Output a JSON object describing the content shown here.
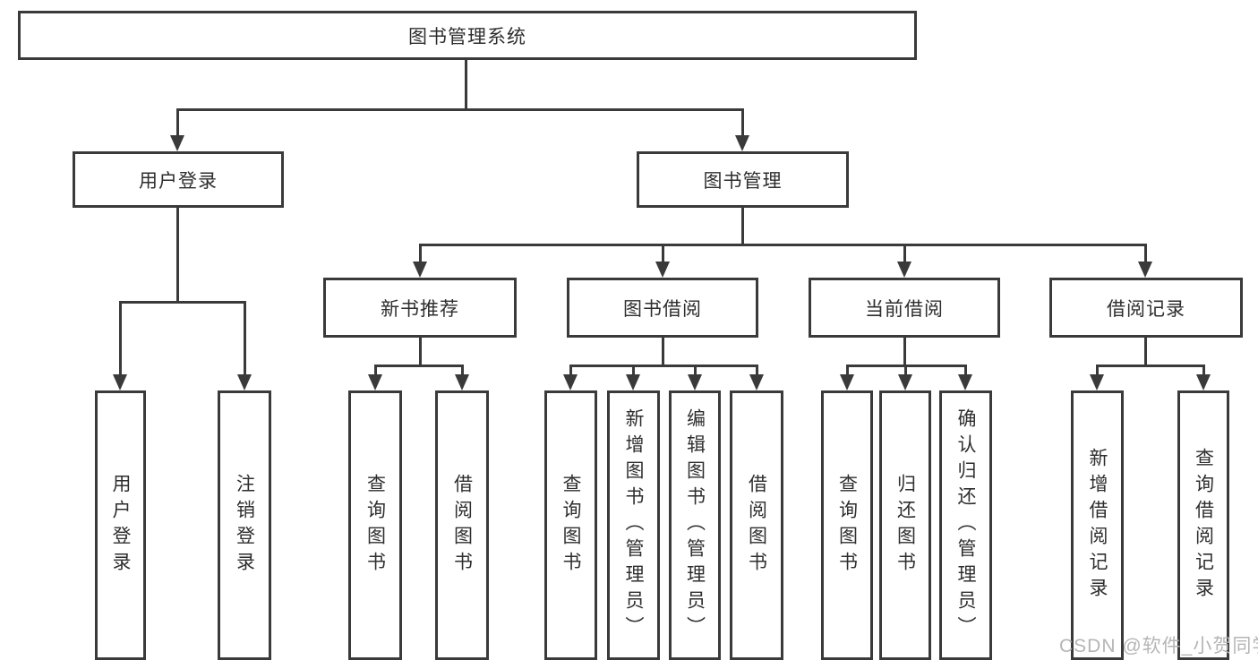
{
  "diagram": {
    "type": "hierarchy-tree",
    "title": "图书管理系统",
    "watermark": "CSDN @软件_小贺同学",
    "colors": {
      "line": "#3a3a3a",
      "text": "#2e2e2e",
      "watermark": "#b5b5b5",
      "background": "#ffffff"
    }
  },
  "nodes": {
    "root": {
      "label": "图书管理系统"
    },
    "login": {
      "label": "用户登录"
    },
    "mgmt": {
      "label": "图书管理"
    },
    "rec": {
      "label": "新书推荐"
    },
    "borrow": {
      "label": "图书借阅"
    },
    "current": {
      "label": "当前借阅"
    },
    "records": {
      "label": "借阅记录"
    },
    "login_user": {
      "label": "用户登录"
    },
    "login_logout": {
      "label": "注销登录"
    },
    "rec_query": {
      "label": "查询图书"
    },
    "rec_borrow": {
      "label": "借阅图书"
    },
    "borrow_query": {
      "label": "查询图书"
    },
    "borrow_add": {
      "label": "新增图书（管理员）"
    },
    "borrow_edit": {
      "label": "编辑图书（管理员）"
    },
    "borrow_borrow": {
      "label": "借阅图书"
    },
    "current_query": {
      "label": "查询图书"
    },
    "current_return": {
      "label": "归还图书"
    },
    "current_confirm": {
      "label": "确认归还（管理员）"
    },
    "records_add": {
      "label": "新增借阅记录"
    },
    "records_query": {
      "label": "查询借阅记录"
    }
  },
  "hierarchy": [
    {
      "parent": "图书管理系统",
      "children": [
        "用户登录",
        "图书管理"
      ]
    },
    {
      "parent": "用户登录",
      "children": [
        "用户登录",
        "注销登录"
      ]
    },
    {
      "parent": "图书管理",
      "children": [
        "新书推荐",
        "图书借阅",
        "当前借阅",
        "借阅记录"
      ]
    },
    {
      "parent": "新书推荐",
      "children": [
        "查询图书",
        "借阅图书"
      ]
    },
    {
      "parent": "图书借阅",
      "children": [
        "查询图书",
        "新增图书（管理员）",
        "编辑图书（管理员）",
        "借阅图书"
      ]
    },
    {
      "parent": "当前借阅",
      "children": [
        "查询图书",
        "归还图书",
        "确认归还（管理员）"
      ]
    },
    {
      "parent": "借阅记录",
      "children": [
        "新增借阅记录",
        "查询借阅记录"
      ]
    }
  ]
}
